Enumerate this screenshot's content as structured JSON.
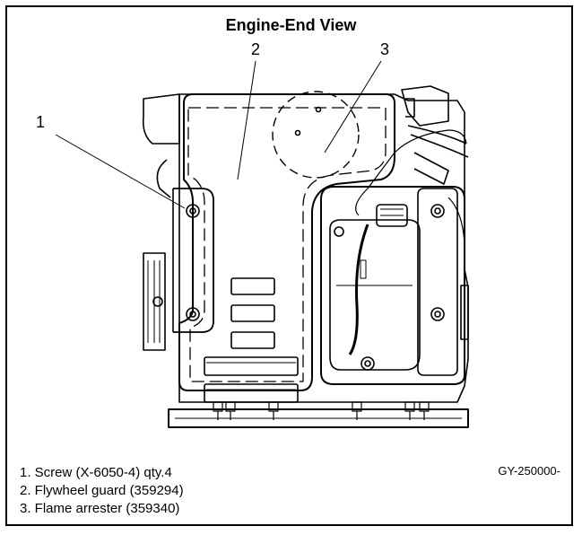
{
  "title": "Engine-End View",
  "callouts": [
    "1",
    "2",
    "3"
  ],
  "legend": [
    "1.  Screw (X-6050-4) qty.4",
    "2.  Flywheel guard (359294)",
    "3.  Flame arrester (359340)"
  ],
  "figure_id": "GY-250000-"
}
